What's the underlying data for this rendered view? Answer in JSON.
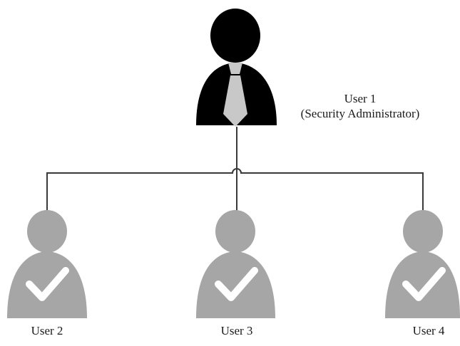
{
  "admin": {
    "name": "User 1",
    "role": "(Security Administrator)",
    "icon": "admin-user-icon"
  },
  "users": [
    {
      "label": "User 2",
      "icon": "user-check-icon"
    },
    {
      "label": "User 3",
      "icon": "user-check-icon"
    },
    {
      "label": "User 4",
      "icon": "user-check-icon"
    }
  ],
  "colors": {
    "admin_fill": "#000000",
    "tie_fill": "#c8c8c8",
    "user_fill": "#a6a6a6",
    "check_fill": "#ffffff",
    "line": "#3a3a3a"
  }
}
